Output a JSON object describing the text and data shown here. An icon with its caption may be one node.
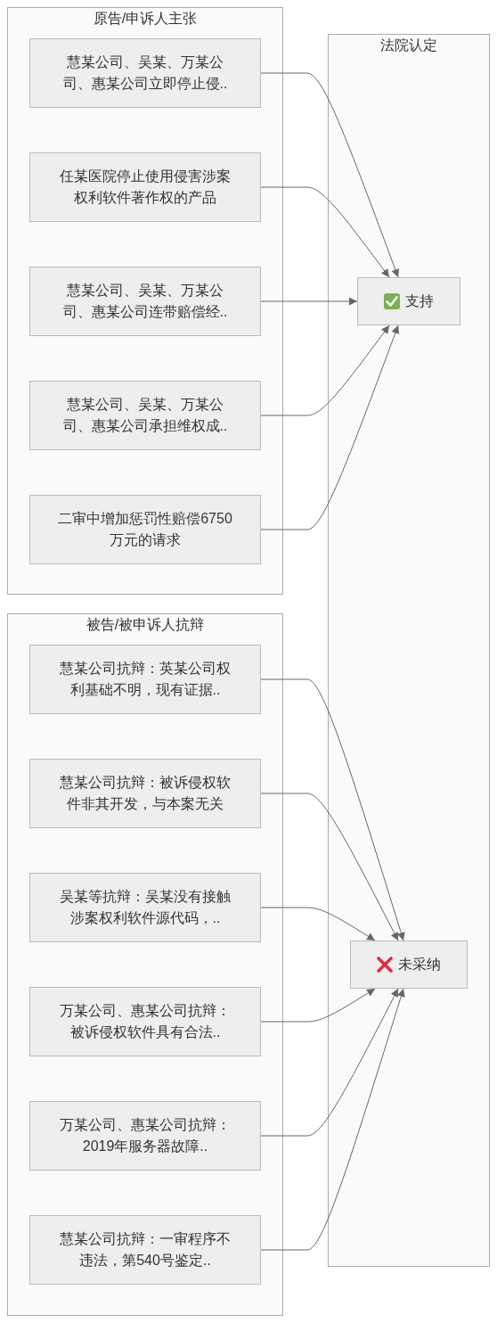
{
  "diagram": {
    "nodes": [
      {
        "text": [
          "原告/申诉人主张"
        ]
      },
      {
        "text": [
          "慧某公司、吴某、万某公司、惠某公司立即停止侵.."
        ],
        "in": 0
      },
      {
        "text": [
          "任某医院停止使用侵害涉案权利软件著作权的产品"
        ],
        "in": 0
      },
      {
        "text": [
          "慧某公司、吴某、万某公司、惠某公司连带赔偿经.."
        ],
        "in": 0
      },
      {
        "text": [
          "慧某公司、吴某、万某公司、惠某公司承担维权成.."
        ],
        "in": 0
      },
      {
        "text": [
          "二审中增加惩罚性赔偿6750万元的请求"
        ],
        "in": 0
      },
      {
        "text": [
          "法院认定"
        ]
      },
      {
        "text": [
          "支持"
        ],
        "in": 6
      },
      {
        "text": [
          "未采纳"
        ],
        "in": 6
      },
      {
        "text": [
          "被告/被申诉人抗辩"
        ]
      },
      {
        "text": [
          "慧某公司抗辩：英某公司权利基础不明，现有证据.."
        ],
        "in": 9
      },
      {
        "text": [
          "慧某公司抗辩：被诉侵权软件非其开发，与本案无关"
        ],
        "in": 9
      },
      {
        "text": [
          "吴某等抗辩：吴某没有接触涉案权利软件源代码，.."
        ],
        "in": 9
      },
      {
        "text": [
          "万某公司、惠某公司抗辩：被诉侵权软件具有合法.."
        ],
        "in": 9
      },
      {
        "text": [
          "万某公司、惠某公司抗辩：2019年服务器故障.."
        ],
        "in": 9
      },
      {
        "text": [
          "慧某公司抗辩：一审程序不违法，第540号鉴定.."
        ],
        "in": 9
      }
    ],
    "edges": [
      {
        "from": 1,
        "to": 7,
        "arrow": "to"
      },
      {
        "from": 2,
        "to": 7,
        "arrow": "to"
      },
      {
        "from": 3,
        "to": 7,
        "arrow": "to"
      },
      {
        "from": 4,
        "to": 7,
        "arrow": "to"
      },
      {
        "from": 5,
        "to": 7,
        "arrow": "to"
      },
      {
        "from": 10,
        "to": 8,
        "arrow": "to"
      },
      {
        "from": 11,
        "to": 8,
        "arrow": "to"
      },
      {
        "from": 12,
        "to": 8,
        "arrow": "to"
      },
      {
        "from": 13,
        "to": 8,
        "arrow": "to"
      },
      {
        "from": 14,
        "to": 8,
        "arrow": "to"
      },
      {
        "from": 15,
        "to": 8,
        "arrow": "to"
      }
    ]
  }
}
